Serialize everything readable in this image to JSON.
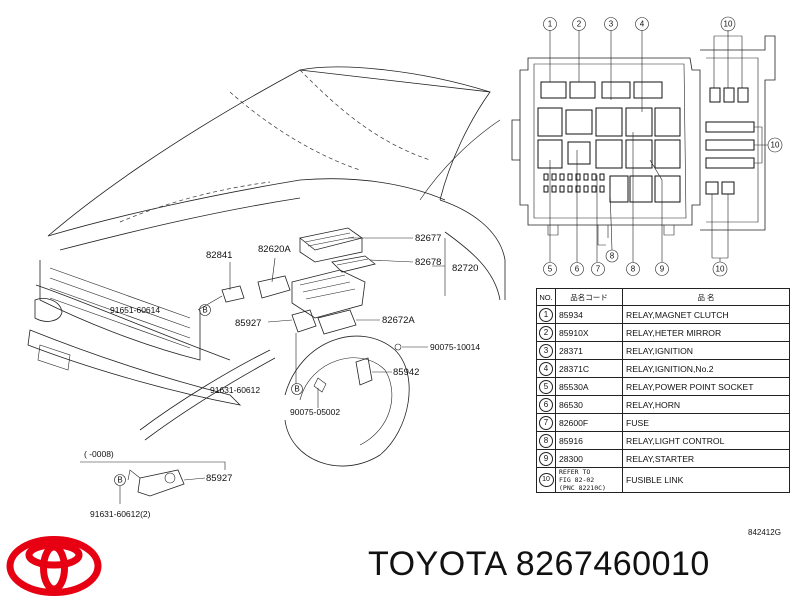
{
  "brand": {
    "title": "TOYOTA 8267460010",
    "logo_color": "#e60012",
    "diagram_code": "842412G"
  },
  "callouts": {
    "p82841": "82841",
    "p82620A": "82620A",
    "p82677": "82677",
    "p82678": "82678",
    "p82720": "82720",
    "p91651": "91651-60614",
    "b1": "B",
    "p85927a": "85927",
    "p82672A": "82672A",
    "p90075a": "90075-10014",
    "p85942": "85942",
    "p91631a": "91631-60612",
    "b2": "B",
    "p90075b": "90075-05002",
    "range": "(      -0008)",
    "p85927b": "85927",
    "b3": "B",
    "p91631b": "91631-60612(2)"
  },
  "box_numbers": {
    "top": [
      "1",
      "2",
      "3",
      "4"
    ],
    "top_right": "10",
    "right": "10",
    "bottom": [
      "5",
      "6",
      "7",
      "8",
      "9"
    ],
    "bottom_right": "10",
    "side_8": "8"
  },
  "table": {
    "headers": [
      "NO.",
      "品名コード",
      "品 名"
    ],
    "rows": [
      {
        "no": "1",
        "code": "85934",
        "name": "RELAY,MAGNET CLUTCH"
      },
      {
        "no": "2",
        "code": "85910X",
        "name": "RELAY,HETER MIRROR"
      },
      {
        "no": "3",
        "code": "28371",
        "name": "RELAY,IGNITION"
      },
      {
        "no": "4",
        "code": "28371C",
        "name": "RELAY,IGNITION,No.2"
      },
      {
        "no": "5",
        "code": "85530A",
        "name": "RELAY,POWER POINT SOCKET"
      },
      {
        "no": "6",
        "code": "86530",
        "name": "RELAY,HORN"
      },
      {
        "no": "7",
        "code": "82600F",
        "name": "FUSE"
      },
      {
        "no": "8",
        "code": "85916",
        "name": "RELAY,LIGHT CONTROL"
      },
      {
        "no": "9",
        "code": "28300",
        "name": "RELAY,STARTER"
      }
    ],
    "last_row": {
      "no": "10",
      "refer_1": "REFER TO",
      "refer_2": "FIG 82-02",
      "refer_3": "(PNC 82210C)",
      "name": "FUSIBLE LINK"
    }
  }
}
